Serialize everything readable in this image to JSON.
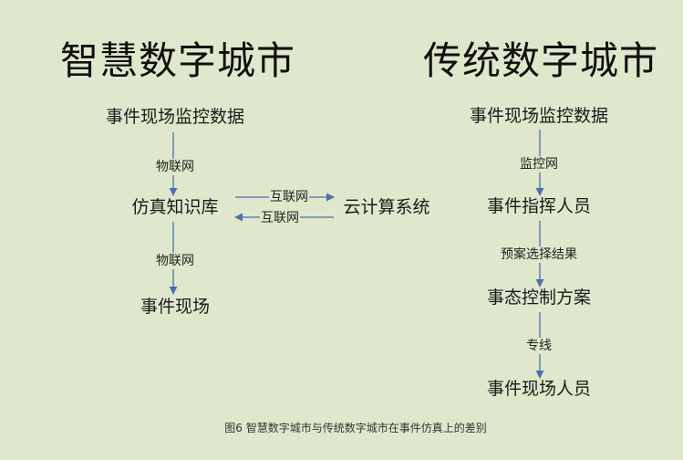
{
  "left": {
    "title": "智慧数字城市",
    "nodes": [
      "事件现场监控数据",
      "仿真知识库",
      "事件现场"
    ],
    "edges": [
      "物联网",
      "物联网"
    ],
    "side_node": "云计算系统",
    "side_edges": [
      "互联网",
      "互联网"
    ]
  },
  "right": {
    "title": "传统数字城市",
    "nodes": [
      "事件现场监控数据",
      "事件指挥人员",
      "事态控制方案",
      "事件现场人员"
    ],
    "edges": [
      "监控网",
      "预案选择结果",
      "专线"
    ]
  },
  "caption": "图6 智慧数字城市与传统数字城市在事件仿真上的差别",
  "colors": {
    "background": "#dfe8cc",
    "arrow": "#4a6fb0"
  }
}
